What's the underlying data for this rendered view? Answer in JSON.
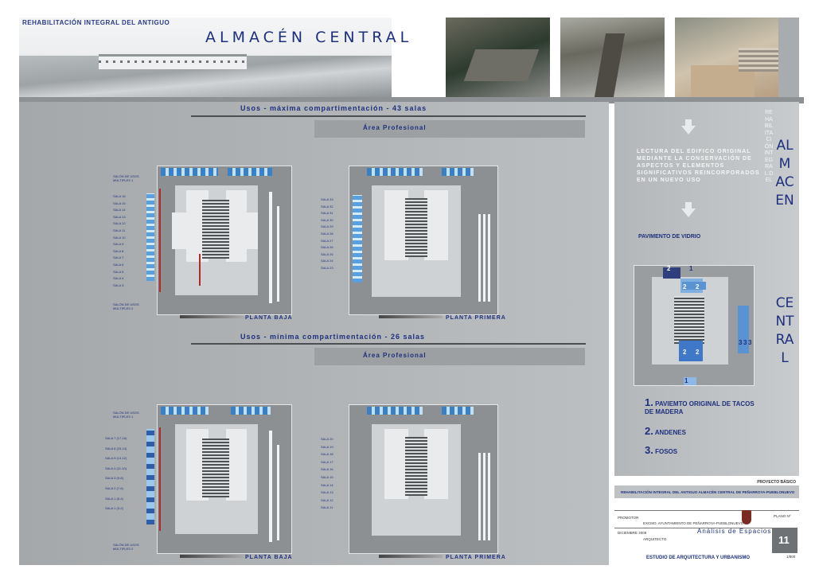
{
  "header": {
    "subtitle": "REHABILITACIÓN INTEGRAL DEL ANTIGUO",
    "title": "ALMACÉN CENTRAL"
  },
  "sections": [
    {
      "title": "Usos - máxima compartimentación - 43 salas",
      "area": "Área Profesional",
      "plan_left_label": "PLANTA BAJA",
      "plan_right_label": "PLANTA PRIMERA"
    },
    {
      "title": "Usos - mínima compartimentación - 26 salas",
      "area": "Área Profesional",
      "plan_left_label": "PLANTA BAJA",
      "plan_right_label": "PLANTA PRIMERA"
    }
  ],
  "room_lists": {
    "s1_left": [
      "SALA 16",
      "SALA 15",
      "SALA 14",
      "SALA 13",
      "SALA 12",
      "SALA 11",
      "SALA 10",
      "SALA 9",
      "SALA 8",
      "SALA 7",
      "SALA 6",
      "SALA 5",
      "SALA 4",
      "SALA 3",
      "SALA 2",
      "SALA 1"
    ],
    "s1_right": [
      "SALA 33",
      "SALA 32",
      "SALA 31",
      "SALA 30",
      "SALA 29",
      "SALA 28",
      "SALA 27",
      "SALA 26",
      "SALA 25",
      "SALA 24",
      "SALA 23"
    ],
    "s2_left": [
      "SALA 7 (17-16)",
      "SALA 6 (15-14)",
      "SALA 5 (13-12)",
      "SALA 4 (11-10)",
      "SALA 3 (9-8)",
      "SALA 2 (7-6)",
      "SALA 1 (5-4)",
      "SALA 1 (3-2)"
    ],
    "s2_right": [
      "SALA 20",
      "SALA 19",
      "SALA 18",
      "SALA 17",
      "SALA 16",
      "SALA 15",
      "SALA 14",
      "SALA 13",
      "SALA 12",
      "SALA 11"
    ],
    "salon_top": "SALÓN DE USOS MÚLTIPLES 1",
    "salon_bottom": "SALÓN DE USOS MÚLTIPLES 2"
  },
  "right_panel": {
    "lectura": "LECTURA DEL EDIFICO ORIGINAL MEDIANTE LA CONSERVACIÓN DE ASPECTOS Y ELEMENTOS SIGNIFICATIVOS REINCORPORADOS EN UN NUEVO USO",
    "pavimento": "PAVIMENTO DE VIDRIO",
    "vertical_small": "REHABILITACIÓN INTEGRAL DEL",
    "vertical_big_1": "ALMACEN",
    "vertical_big_2": "CENTRAL",
    "legend": [
      {
        "num": "1.",
        "text": "PAVIEMTO ORIGINAL DE TACOS DE MADERA"
      },
      {
        "num": "2.",
        "text": "ANDENES"
      },
      {
        "num": "3.",
        "text": "FOSOS"
      }
    ],
    "plan_numbers": [
      "2",
      "1",
      "2",
      "2",
      "2",
      "2",
      "3",
      "3",
      "3",
      "1"
    ]
  },
  "title_block": {
    "tag": "PROYECTO BÁSICO",
    "project": "REHABILITACIÓN INTEGRAL DEL ANTIGUO ALMACÉN CENTRAL DE PEÑARROYA-PUEBLONUEVO",
    "promotor_label": "PROMOTOR",
    "promotor": "EXCMO. AYUNTAMIENTO DE PEÑARROYA-PUEBLONUEVO",
    "date": "DICIEMBRE 2008",
    "arquitecto_label": "ARQUITECTO",
    "sheet_title": "Análisis de Espacios II",
    "plano_label": "PLANO Nº",
    "plano_num": "11",
    "escala": "1/800",
    "studio": "ESTUDIO DE ARQUITECTURA Y URBANISMO"
  }
}
